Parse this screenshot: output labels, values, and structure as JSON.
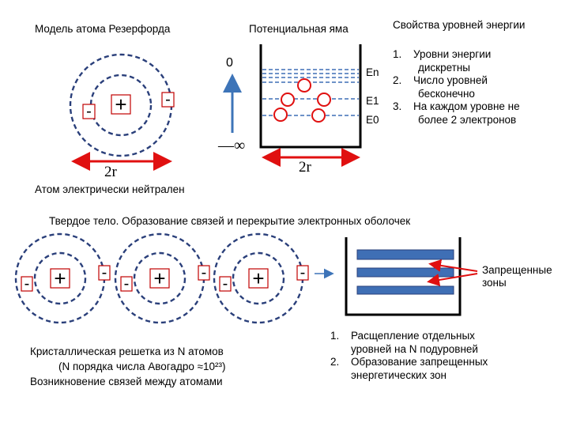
{
  "top": {
    "rutherford_title": "Модель атома Резерфорда",
    "well_title": "Потенциальная яма",
    "props_title": "Свойства  уровней энергии",
    "atom_plus": "+",
    "atom_minus_left": "-",
    "atom_minus_right": "-",
    "atom_size_label": "2r",
    "atom_caption": "Атом электрически нейтрален",
    "axis_zero": "0",
    "axis_minus_inf": "—∞",
    "well_size_label": "2r",
    "level_labels": [
      "En",
      "E1",
      "E0"
    ],
    "properties": [
      {
        "num": "1.",
        "lines": [
          "Уровни энергии",
          "дискретны"
        ]
      },
      {
        "num": "2.",
        "lines": [
          "Число уровней",
          "бесконечно"
        ]
      },
      {
        "num": "3.",
        "lines": [
          "На каждом уровне не",
          "более 2 электронов"
        ]
      }
    ]
  },
  "bottom": {
    "solid_title": "Твердое тело. Образование связей и перекрытие электронных оболочек",
    "lattice_atoms": [
      {
        "plus": "+",
        "minus_left": "-",
        "minus_right": "-"
      },
      {
        "plus": "+",
        "minus_left": "-",
        "minus_right": "-"
      },
      {
        "plus": "+",
        "minus_left": "-",
        "minus_right": "-"
      }
    ],
    "forbidden_label": [
      "Запрещенные",
      "зоны"
    ],
    "lattice_caption": [
      "Кристаллическая решетка из N атомов",
      "(N порядка числа Авогадро ≈10²³)",
      "Возникновение связей между атомами"
    ],
    "band_points": [
      {
        "num": "1.",
        "lines": [
          "Расщепление отдельных",
          "уровней на N подуровней"
        ]
      },
      {
        "num": "2.",
        "lines": [
          "Образование запрещенных",
          "энергетических зон"
        ]
      }
    ]
  },
  "colors": {
    "orbit": "#2a3f7a",
    "charge_box": "#c00000",
    "arrow_red": "#e01010",
    "arrow_blue": "#3d74b8",
    "level_dash": "#3f6fb5",
    "band_fill": "#3f6fb5"
  }
}
